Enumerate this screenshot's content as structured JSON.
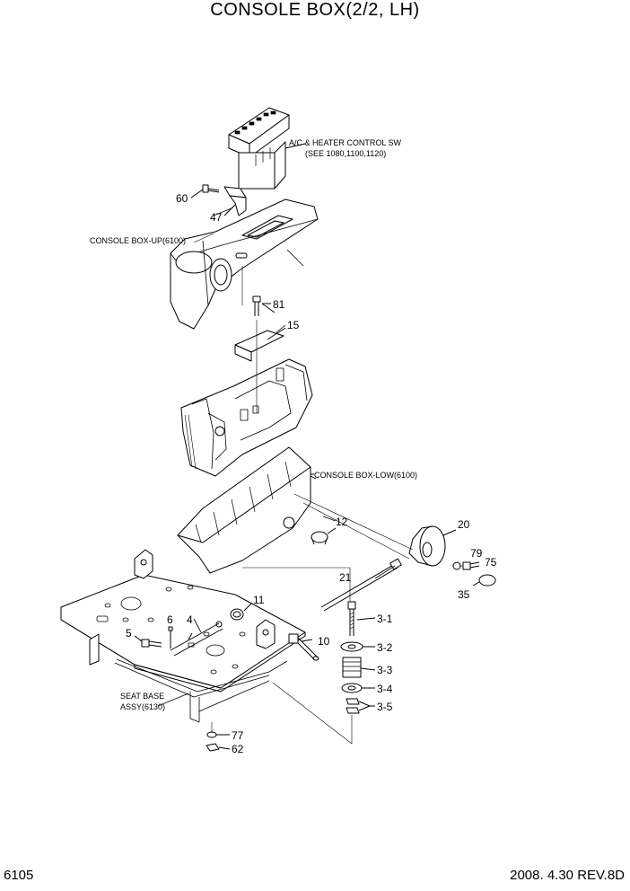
{
  "title": "CONSOLE BOX(2/2, LH)",
  "page_number": "6105",
  "revision": "2008.  4.30  REV.8D",
  "notes": {
    "ac_line1": "A/C & HEATER CONTROL SW",
    "ac_line2": "(SEE 1080,1100,1120)",
    "console_up": "CONSOLE BOX-UP(6100)",
    "console_low": "CONSOLE BOX-LOW(6100)",
    "seat_base_line1": "SEAT BASE",
    "seat_base_line2": "ASSY(6130)"
  },
  "callouts": {
    "c60": "60",
    "c47": "47",
    "c81": "81",
    "c15": "15",
    "c12": "12",
    "c20": "20",
    "c79": "79",
    "c75": "75",
    "c35": "35",
    "c21": "21",
    "c11": "11",
    "c6": "6",
    "c4": "4",
    "c5": "5",
    "c10": "10",
    "c3_1": "3-1",
    "c3_2": "3-2",
    "c3_3": "3-3",
    "c3_4": "3-4",
    "c3_5": "3-5",
    "c77": "77",
    "c62": "62"
  }
}
